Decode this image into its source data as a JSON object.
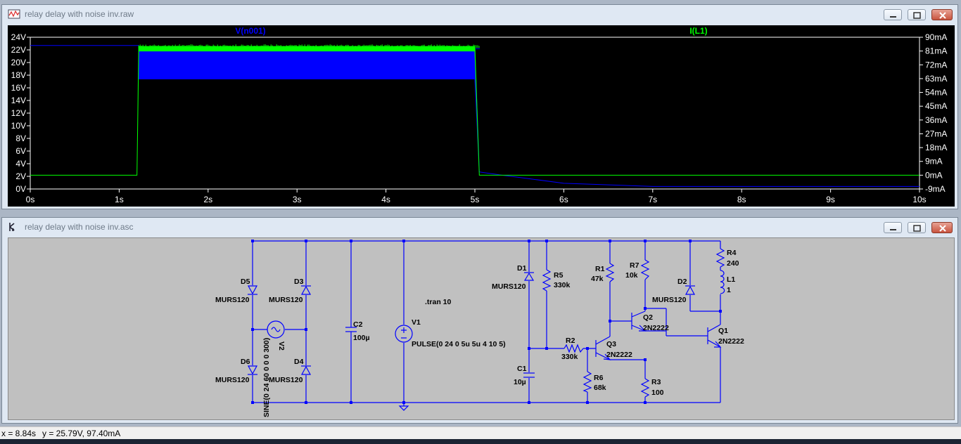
{
  "plot_window": {
    "title": "relay delay with noise inv.raw",
    "trace_left": "V(n001)",
    "trace_right": "I(L1)",
    "trace_left_color": "#0000ff",
    "trace_right_color": "#00ff00",
    "y_left_ticks": [
      "24V",
      "22V",
      "20V",
      "18V",
      "16V",
      "14V",
      "12V",
      "10V",
      "8V",
      "6V",
      "4V",
      "2V",
      "0V"
    ],
    "y_right_ticks": [
      "90mA",
      "81mA",
      "72mA",
      "63mA",
      "54mA",
      "45mA",
      "36mA",
      "27mA",
      "18mA",
      "9mA",
      "0mA",
      "-9mA"
    ],
    "x_ticks": [
      "0s",
      "1s",
      "2s",
      "3s",
      "4s",
      "5s",
      "6s",
      "7s",
      "8s",
      "9s",
      "10s"
    ]
  },
  "chart_data": {
    "type": "line",
    "title": "",
    "xlabel": "",
    "ylabel": "",
    "xlim": [
      0,
      10
    ],
    "ylim_left": [
      0,
      24
    ],
    "ylim_right": [
      -9,
      90
    ],
    "grid": false,
    "series": [
      {
        "name": "V(n001)",
        "axis": "left",
        "x": [
          0,
          1.22,
          1.22,
          5.0,
          5.05,
          5.3,
          6.0,
          7.0,
          8.0,
          10.0
        ],
        "y_min": [
          22.7,
          22.7,
          17.4,
          17.4,
          2.7,
          2.2,
          0.9,
          0.4,
          0.4,
          0.4
        ],
        "y_max": [
          22.7,
          22.7,
          22.3,
          22.3,
          2.7,
          2.2,
          0.9,
          0.4,
          0.4,
          0.4
        ]
      },
      {
        "name": "I(L1)",
        "axis": "right",
        "x": [
          0,
          1.2,
          1.22,
          5.0,
          5.05,
          10.0
        ],
        "y_min": [
          0,
          0,
          81,
          81,
          0,
          0
        ],
        "y_max": [
          0,
          0,
          84,
          84,
          0,
          0
        ]
      }
    ]
  },
  "schematic_window": {
    "title": "relay delay with noise inv.asc",
    "tran_directive": ".tran 10",
    "components": [
      {
        "ref": "D5",
        "value": "MURS120"
      },
      {
        "ref": "D6",
        "value": "MURS120"
      },
      {
        "ref": "D3",
        "value": "MURS120"
      },
      {
        "ref": "D4",
        "value": "MURS120"
      },
      {
        "ref": "V2",
        "value": "SINE(0 24 60 0 0 0 300)"
      },
      {
        "ref": "C2",
        "value": "100µ"
      },
      {
        "ref": "V1",
        "value": "PULSE(0 24 0 5u 5u 4 10 5)"
      },
      {
        "ref": "D1",
        "value": "MURS120"
      },
      {
        "ref": "R5",
        "value": "330k"
      },
      {
        "ref": "C1",
        "value": "10µ"
      },
      {
        "ref": "R2",
        "value": "330k"
      },
      {
        "ref": "Q3",
        "value": "2N2222"
      },
      {
        "ref": "R6",
        "value": "68k"
      },
      {
        "ref": "R1",
        "value": "47k"
      },
      {
        "ref": "R7",
        "value": "10k"
      },
      {
        "ref": "Q2",
        "value": "2N2222"
      },
      {
        "ref": "R3",
        "value": "100"
      },
      {
        "ref": "D2",
        "value": "MURS120"
      },
      {
        "ref": "R4",
        "value": "240"
      },
      {
        "ref": "L1",
        "value": "1"
      },
      {
        "ref": "Q1",
        "value": "2N2222"
      }
    ]
  },
  "status": {
    "x_readout": "x = 8.84s",
    "y_readout": "y = 25.79V, 97.40mA"
  }
}
